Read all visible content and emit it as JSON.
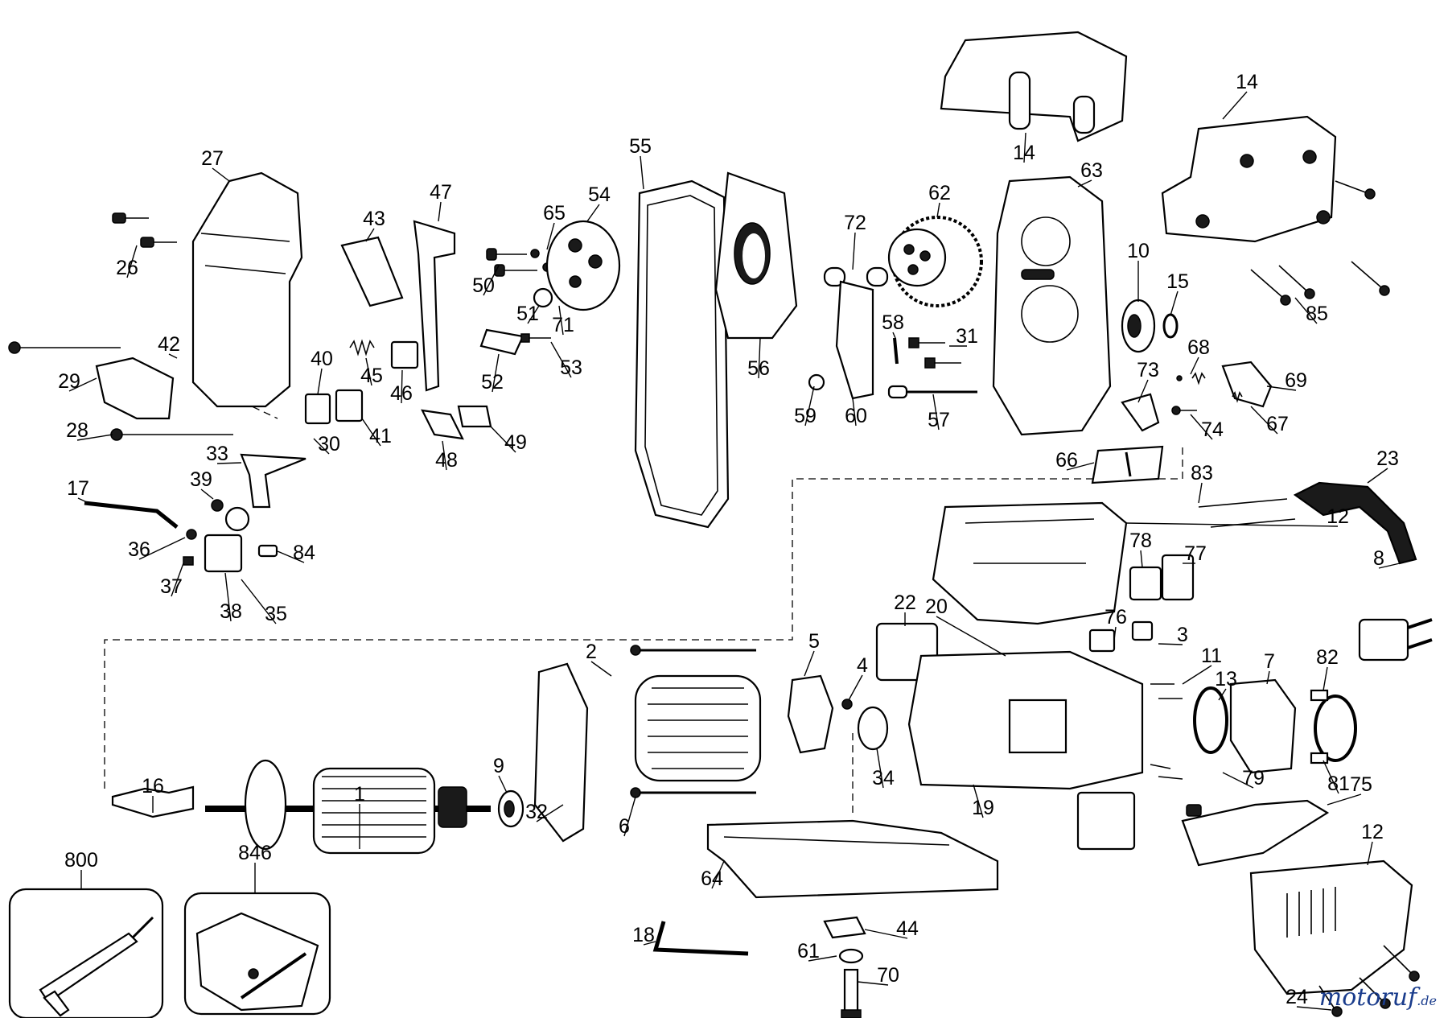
{
  "diagram": {
    "watermark": {
      "part1": "motoruf",
      "part2": ".de"
    },
    "labels": [
      "1",
      "2",
      "3",
      "4",
      "5",
      "6",
      "7",
      "8",
      "9",
      "10",
      "11",
      "12",
      "12",
      "13",
      "14",
      "14",
      "15",
      "16",
      "17",
      "18",
      "19",
      "20",
      "22",
      "23",
      "24",
      "26",
      "27",
      "28",
      "29",
      "30",
      "31",
      "32",
      "33",
      "34",
      "35",
      "36",
      "37",
      "38",
      "39",
      "40",
      "41",
      "42",
      "43",
      "44",
      "45",
      "46",
      "47",
      "48",
      "49",
      "50",
      "51",
      "52",
      "53",
      "54",
      "55",
      "56",
      "57",
      "58",
      "59",
      "60",
      "61",
      "62",
      "63",
      "64",
      "65",
      "66",
      "67",
      "68",
      "69",
      "70",
      "71",
      "72",
      "73",
      "74",
      "75",
      "76",
      "77",
      "78",
      "79",
      "81",
      "82",
      "83",
      "84",
      "85",
      "800",
      "846"
    ]
  }
}
